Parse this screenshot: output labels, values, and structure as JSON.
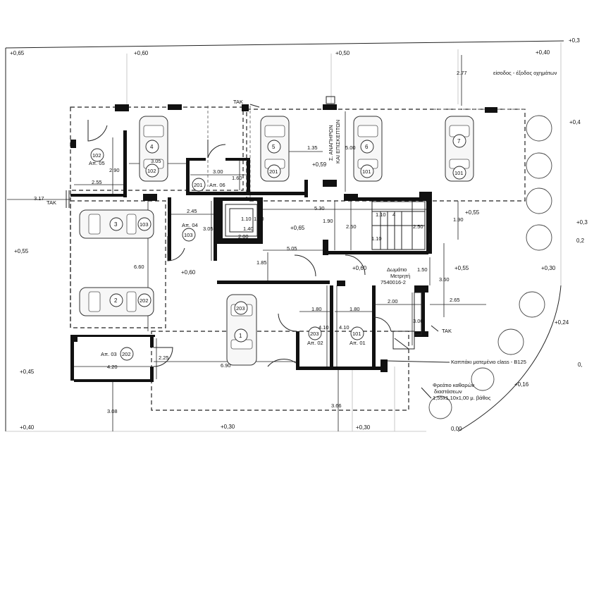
{
  "elevations": [
    "+0,65",
    "+0,60",
    "+0,50",
    "+0,40",
    "+0,3",
    "+0,4",
    "+0,55",
    "+0,59",
    "+0,65",
    "+0,60",
    "+0,60",
    "+0,55",
    "+0,55",
    "+0,30",
    "+0,24",
    "+0,45",
    "+0,16",
    "+0,40",
    "+0,30",
    "+0,30",
    "0,00",
    "+0,3",
    "0,2",
    "0,"
  ],
  "parking_spaces": [
    "4",
    "5",
    "6",
    "7",
    "3",
    "2",
    "1"
  ],
  "parking_owners": [
    "102",
    "201",
    "101",
    "103",
    "202",
    "203"
  ],
  "unit_numbers": [
    "102",
    "201",
    "103",
    "202",
    "203",
    "101"
  ],
  "apartments": [
    "Απ. 05",
    "Απ. 06",
    "Απ. 04",
    "Απ. 03",
    "Απ. 02",
    "Απ. 01"
  ],
  "dimensions": [
    "2.77",
    "3.17",
    "3.05",
    "2.90",
    "2.55",
    "3.00",
    "1.60",
    "1.35",
    "5.00",
    "2.45",
    "3.05",
    "1.10",
    "1.40",
    "1.90",
    "2.00",
    "5.30",
    "1.90",
    "2.50",
    "1.10",
    "1.10",
    "2.50",
    "1.90",
    "5.05",
    "1.85",
    "6.60",
    "1.50",
    "3.60",
    "2.00",
    "2.65",
    "1.80",
    "1.80",
    "4.10",
    "4.10",
    "3.00",
    "2.25",
    "4.20",
    "6.90",
    "3.08",
    "3.66"
  ],
  "labels": {
    "tak": "ΤΑΚ",
    "entrance": "είσοδος - έξοδος οχημάτων",
    "visitor_parking_line1": "Σ. ΑΝΑΠΗΡΩΝ",
    "visitor_parking_line2": "ΚΑΙ ΕΠΙΣΚΕΠΤΩΝ",
    "meter_title": "Δωμάτιο",
    "meter_sub": "Μετρητή",
    "meter_code": "7540016-2",
    "cover": "Καππάκι ματεμένιο class - B125",
    "manhole_title": "Φρεάτιο καθαρών",
    "manhole_sub": "διαστάσεων",
    "manhole_dims": "1,55x1,10x1,00 μ. βάθος"
  },
  "stair_label": "4"
}
